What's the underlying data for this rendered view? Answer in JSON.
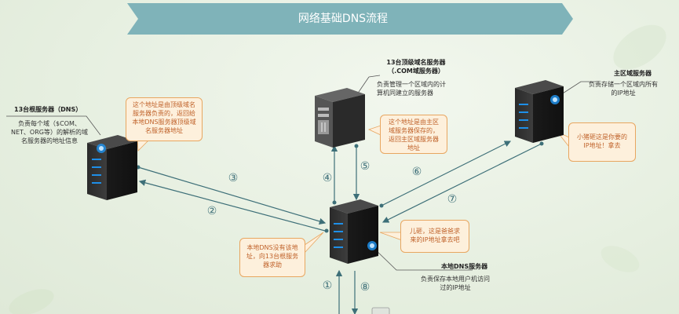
{
  "title": "网络基础DNS流程",
  "root_server": {
    "name": "13台根服务器（DNS）",
    "desc": [
      "负责每个域（$COM、",
      "NET、ORG等）的解析的域",
      "名服务器的地址信息"
    ]
  },
  "tld_server": {
    "name": [
      "13台顶级域名服务器",
      "（.COM域服务器）"
    ],
    "desc": [
      "负责管理一个区域内的计",
      "算机同建立的服务器"
    ]
  },
  "primary_server": {
    "name": "主区域服务器",
    "desc": [
      "负责存储一个区域内所有",
      "的IP地址"
    ]
  },
  "local_server": {
    "name": "本地DNS服务器",
    "desc": [
      "负责保存本地用户机访问",
      "过的IP地址"
    ]
  },
  "callouts": {
    "root_reply": [
      "这个地址是由顶级域名",
      "服务器负责的，返回给",
      "本地DNS服务器顶级域",
      "名服务器地址"
    ],
    "tld_reply": [
      "这个地址是由主区",
      "域服务器保存的，",
      "返回主区域服务器",
      "地址"
    ],
    "primary_reply": [
      "小猪砸这是你要的",
      "IP地址！拿去"
    ],
    "local_to_client": [
      "儿砸，这是爸爸求",
      "来的IP地址拿去吧"
    ],
    "local_no_addr": [
      "本地DNS没有该地",
      "址，向13台根服务",
      "器求助"
    ]
  },
  "steps": [
    "①",
    "②",
    "③",
    "④",
    "⑤",
    "⑥",
    "⑦",
    "⑧"
  ],
  "colors": {
    "banner": "#7fb3b9",
    "arrow": "#3d6f78",
    "callout_border": "#e8a660",
    "callout_text": "#c0622a",
    "server_light": "#1e8fe8"
  }
}
